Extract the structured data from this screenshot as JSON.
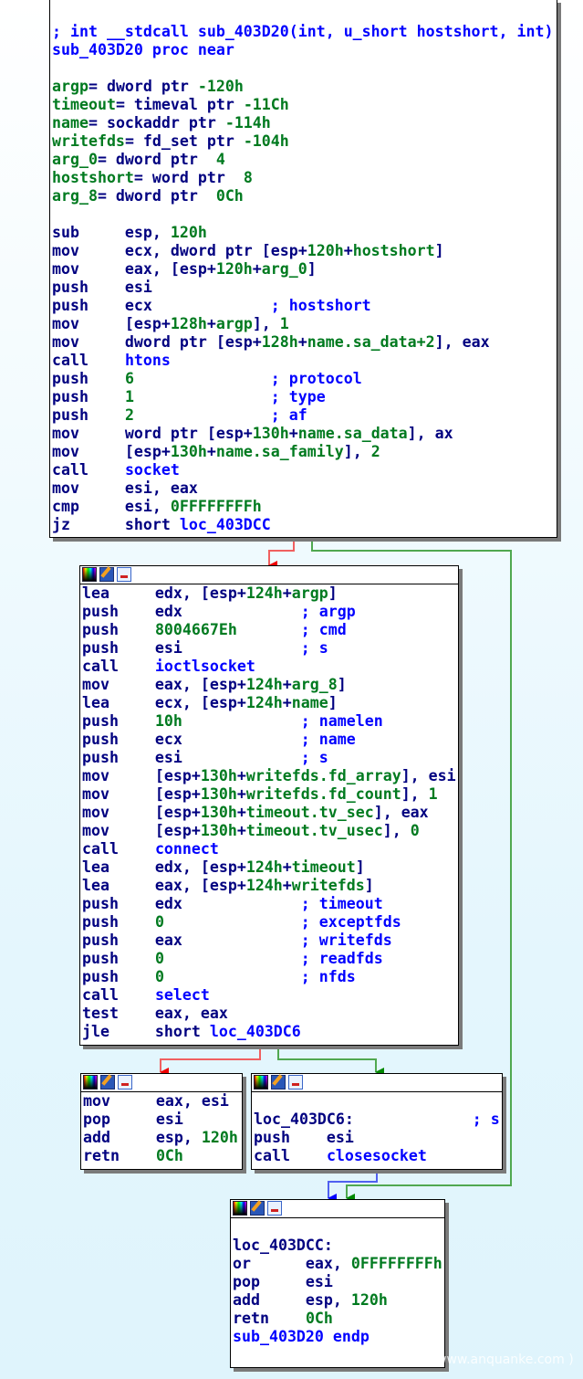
{
  "blocks": [
    {
      "id": "entry",
      "icons": false,
      "lines": [
        [],
        [
          [
            "n",
            "; int __stdcall sub_403D20(int, u_short hostshort, int)"
          ]
        ],
        [
          [
            "n",
            "sub_403D20 proc near"
          ]
        ],
        [],
        [
          [
            "g",
            "argp"
          ],
          [
            "i",
            "= dword ptr "
          ],
          [
            "g",
            "-120h"
          ]
        ],
        [
          [
            "g",
            "timeout"
          ],
          [
            "i",
            "= timeval ptr "
          ],
          [
            "g",
            "-11Ch"
          ]
        ],
        [
          [
            "g",
            "name"
          ],
          [
            "i",
            "= sockaddr ptr "
          ],
          [
            "g",
            "-114h"
          ]
        ],
        [
          [
            "g",
            "writefds"
          ],
          [
            "i",
            "= fd_set ptr "
          ],
          [
            "g",
            "-104h"
          ]
        ],
        [
          [
            "g",
            "arg_0"
          ],
          [
            "i",
            "= dword ptr  "
          ],
          [
            "g",
            "4"
          ]
        ],
        [
          [
            "g",
            "hostshort"
          ],
          [
            "i",
            "= word ptr  "
          ],
          [
            "g",
            "8"
          ]
        ],
        [
          [
            "g",
            "arg_8"
          ],
          [
            "i",
            "= dword ptr  "
          ],
          [
            "g",
            "0Ch"
          ]
        ],
        [],
        [
          [
            "i",
            "sub     esp, "
          ],
          [
            "g",
            "120h"
          ]
        ],
        [
          [
            "i",
            "mov     ecx, dword ptr [esp+"
          ],
          [
            "g",
            "120h"
          ],
          [
            "i",
            "+"
          ],
          [
            "g",
            "hostshort"
          ],
          [
            "i",
            "]"
          ]
        ],
        [
          [
            "i",
            "mov     eax, [esp+"
          ],
          [
            "g",
            "120h"
          ],
          [
            "i",
            "+"
          ],
          [
            "g",
            "arg_0"
          ],
          [
            "i",
            "]"
          ]
        ],
        [
          [
            "i",
            "push    esi"
          ]
        ],
        [
          [
            "i",
            "push    ecx             "
          ],
          [
            "n",
            "; hostshort"
          ]
        ],
        [
          [
            "i",
            "mov     [esp+"
          ],
          [
            "g",
            "128h"
          ],
          [
            "i",
            "+"
          ],
          [
            "g",
            "argp"
          ],
          [
            "i",
            "], "
          ],
          [
            "g",
            "1"
          ]
        ],
        [
          [
            "i",
            "mov     dword ptr [esp+"
          ],
          [
            "g",
            "128h"
          ],
          [
            "i",
            "+"
          ],
          [
            "g",
            "name.sa_data+2"
          ],
          [
            "i",
            "], eax"
          ]
        ],
        [
          [
            "i",
            "call    "
          ],
          [
            "n",
            "htons"
          ]
        ],
        [
          [
            "i",
            "push    "
          ],
          [
            "g",
            "6"
          ],
          [
            "i",
            "               "
          ],
          [
            "n",
            "; protocol"
          ]
        ],
        [
          [
            "i",
            "push    "
          ],
          [
            "g",
            "1"
          ],
          [
            "i",
            "               "
          ],
          [
            "n",
            "; type"
          ]
        ],
        [
          [
            "i",
            "push    "
          ],
          [
            "g",
            "2"
          ],
          [
            "i",
            "               "
          ],
          [
            "n",
            "; af"
          ]
        ],
        [
          [
            "i",
            "mov     word ptr [esp+"
          ],
          [
            "g",
            "130h"
          ],
          [
            "i",
            "+"
          ],
          [
            "g",
            "name.sa_data"
          ],
          [
            "i",
            "], ax"
          ]
        ],
        [
          [
            "i",
            "mov     [esp+"
          ],
          [
            "g",
            "130h"
          ],
          [
            "i",
            "+"
          ],
          [
            "g",
            "name.sa_family"
          ],
          [
            "i",
            "], "
          ],
          [
            "g",
            "2"
          ]
        ],
        [
          [
            "i",
            "call    "
          ],
          [
            "n",
            "socket"
          ]
        ],
        [
          [
            "i",
            "mov     esi, eax"
          ]
        ],
        [
          [
            "i",
            "cmp     esi, "
          ],
          [
            "g",
            "0FFFFFFFFh"
          ]
        ],
        [
          [
            "i",
            "jz      short "
          ],
          [
            "n",
            "loc_403DCC"
          ]
        ]
      ]
    },
    {
      "id": "connect",
      "icons": true,
      "lines": [
        [
          [
            "i",
            "lea     edx, [esp+"
          ],
          [
            "g",
            "124h"
          ],
          [
            "i",
            "+"
          ],
          [
            "g",
            "argp"
          ],
          [
            "i",
            "]"
          ]
        ],
        [
          [
            "i",
            "push    edx             "
          ],
          [
            "n",
            "; argp"
          ]
        ],
        [
          [
            "i",
            "push    "
          ],
          [
            "g",
            "8004667Eh"
          ],
          [
            "i",
            "       "
          ],
          [
            "n",
            "; cmd"
          ]
        ],
        [
          [
            "i",
            "push    esi             "
          ],
          [
            "n",
            "; s"
          ]
        ],
        [
          [
            "i",
            "call    "
          ],
          [
            "n",
            "ioctlsocket"
          ]
        ],
        [
          [
            "i",
            "mov     eax, [esp+"
          ],
          [
            "g",
            "124h"
          ],
          [
            "i",
            "+"
          ],
          [
            "g",
            "arg_8"
          ],
          [
            "i",
            "]"
          ]
        ],
        [
          [
            "i",
            "lea     ecx, [esp+"
          ],
          [
            "g",
            "124h"
          ],
          [
            "i",
            "+"
          ],
          [
            "g",
            "name"
          ],
          [
            "i",
            "]"
          ]
        ],
        [
          [
            "i",
            "push    "
          ],
          [
            "g",
            "10h"
          ],
          [
            "i",
            "             "
          ],
          [
            "n",
            "; namelen"
          ]
        ],
        [
          [
            "i",
            "push    ecx             "
          ],
          [
            "n",
            "; name"
          ]
        ],
        [
          [
            "i",
            "push    esi             "
          ],
          [
            "n",
            "; s"
          ]
        ],
        [
          [
            "i",
            "mov     [esp+"
          ],
          [
            "g",
            "130h"
          ],
          [
            "i",
            "+"
          ],
          [
            "g",
            "writefds.fd_array"
          ],
          [
            "i",
            "], esi"
          ]
        ],
        [
          [
            "i",
            "mov     [esp+"
          ],
          [
            "g",
            "130h"
          ],
          [
            "i",
            "+"
          ],
          [
            "g",
            "writefds.fd_count"
          ],
          [
            "i",
            "], "
          ],
          [
            "g",
            "1"
          ]
        ],
        [
          [
            "i",
            "mov     [esp+"
          ],
          [
            "g",
            "130h"
          ],
          [
            "i",
            "+"
          ],
          [
            "g",
            "timeout.tv_sec"
          ],
          [
            "i",
            "], eax"
          ]
        ],
        [
          [
            "i",
            "mov     [esp+"
          ],
          [
            "g",
            "130h"
          ],
          [
            "i",
            "+"
          ],
          [
            "g",
            "timeout.tv_usec"
          ],
          [
            "i",
            "], "
          ],
          [
            "g",
            "0"
          ]
        ],
        [
          [
            "i",
            "call    "
          ],
          [
            "n",
            "connect"
          ]
        ],
        [
          [
            "i",
            "lea     edx, [esp+"
          ],
          [
            "g",
            "124h"
          ],
          [
            "i",
            "+"
          ],
          [
            "g",
            "timeout"
          ],
          [
            "i",
            "]"
          ]
        ],
        [
          [
            "i",
            "lea     eax, [esp+"
          ],
          [
            "g",
            "124h"
          ],
          [
            "i",
            "+"
          ],
          [
            "g",
            "writefds"
          ],
          [
            "i",
            "]"
          ]
        ],
        [
          [
            "i",
            "push    edx             "
          ],
          [
            "n",
            "; timeout"
          ]
        ],
        [
          [
            "i",
            "push    "
          ],
          [
            "g",
            "0"
          ],
          [
            "i",
            "               "
          ],
          [
            "n",
            "; exceptfds"
          ]
        ],
        [
          [
            "i",
            "push    eax             "
          ],
          [
            "n",
            "; writefds"
          ]
        ],
        [
          [
            "i",
            "push    "
          ],
          [
            "g",
            "0"
          ],
          [
            "i",
            "               "
          ],
          [
            "n",
            "; readfds"
          ]
        ],
        [
          [
            "i",
            "push    "
          ],
          [
            "g",
            "0"
          ],
          [
            "i",
            "               "
          ],
          [
            "n",
            "; nfds"
          ]
        ],
        [
          [
            "i",
            "call    "
          ],
          [
            "n",
            "select"
          ]
        ],
        [
          [
            "i",
            "test    eax, eax"
          ]
        ],
        [
          [
            "i",
            "jle     short "
          ],
          [
            "n",
            "loc_403DC6"
          ]
        ]
      ]
    },
    {
      "id": "success",
      "icons": true,
      "lines": [
        [
          [
            "i",
            "mov     eax, esi"
          ]
        ],
        [
          [
            "i",
            "pop     esi"
          ]
        ],
        [
          [
            "i",
            "add     esp, "
          ],
          [
            "g",
            "120h"
          ]
        ],
        [
          [
            "i",
            "retn    "
          ],
          [
            "g",
            "0Ch"
          ]
        ]
      ]
    },
    {
      "id": "close",
      "icons": true,
      "lines": [
        [],
        [
          [
            "i",
            "loc_403DC6:             "
          ],
          [
            "n",
            "; s"
          ]
        ],
        [
          [
            "i",
            "push    esi"
          ]
        ],
        [
          [
            "i",
            "call    "
          ],
          [
            "n",
            "closesocket"
          ]
        ]
      ]
    },
    {
      "id": "fail",
      "icons": true,
      "lines": [
        [],
        [
          [
            "i",
            "loc_403DCC:"
          ]
        ],
        [
          [
            "i",
            "or      eax, "
          ],
          [
            "g",
            "0FFFFFFFFh"
          ]
        ],
        [
          [
            "i",
            "pop     esi"
          ]
        ],
        [
          [
            "i",
            "add     esp, "
          ],
          [
            "g",
            "120h"
          ]
        ],
        [
          [
            "i",
            "retn    "
          ],
          [
            "g",
            "0Ch"
          ]
        ],
        [
          [
            "n",
            "sub_403D20 endp"
          ]
        ]
      ]
    }
  ],
  "edge_colors": {
    "true": "#ff0000",
    "false": "#008000",
    "jump": "#0000ff"
  },
  "watermark": "www.anquanke.com )"
}
